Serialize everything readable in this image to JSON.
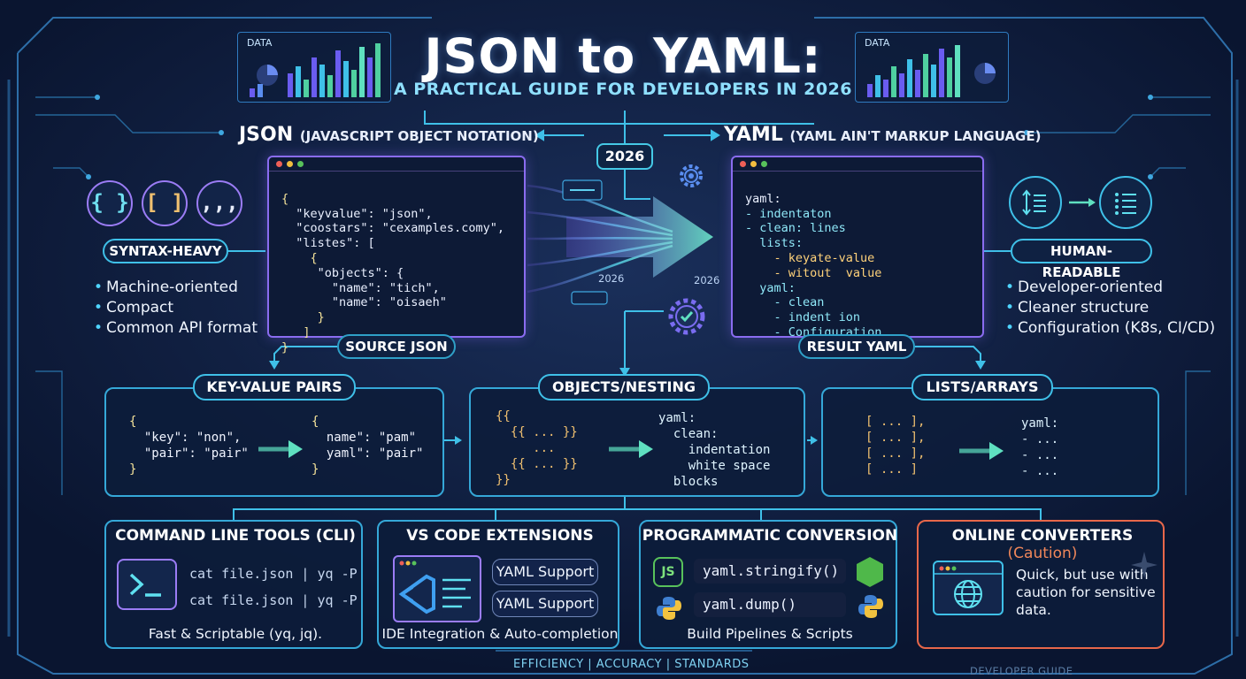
{
  "title": "JSON to YAML:",
  "subtitle": "A PRACTICAL GUIDE FOR DEVELOPERS IN 2026",
  "json_header": {
    "name": "JSON",
    "expansion": "(JAVASCRIPT OBJECT NOTATION)"
  },
  "yaml_header": {
    "name": "YAML",
    "expansion": "(YAML AIN'T MARKUP LANGUAGE)"
  },
  "year_badge": "2026",
  "mini_years": [
    "2026",
    "2026"
  ],
  "data_widgets": [
    "DATA",
    "DATA"
  ],
  "left": {
    "icons": [
      "{ }",
      "[ ]",
      ",,,"
    ],
    "pill": "SYNTAX-HEAVY",
    "bullets": [
      "Machine-oriented",
      "Compact",
      "Common API format"
    ]
  },
  "right": {
    "pill": "HUMAN-READABLE",
    "bullets": [
      "Developer-oriented",
      "Cleaner structure",
      "Configuration (K8s, CI/CD)"
    ]
  },
  "source_json": {
    "label": "SOURCE JSON",
    "lines": [
      "{",
      "  \"keyvalue\": \"json\",",
      "  \"coostars\": \"cexamples.comy\",",
      "  \"listes\": [",
      "    {",
      "     \"objects\": {",
      "       \"name\": \"tich\",",
      "       \"name\": \"oisaeh\"",
      "     }",
      "   ]",
      "}"
    ]
  },
  "result_yaml": {
    "label": "RESULT YAML",
    "lines": [
      "yaml:",
      "- indentaton",
      "- clean: lines",
      "  lists:",
      "    - keyate-value",
      "    - witout  value",
      "  yaml:",
      "    - clean",
      "    - indent ion",
      "    - Configuration"
    ]
  },
  "panels": {
    "kv": {
      "label": "KEY-VALUE PAIRS",
      "json_lines": [
        "{",
        "  \"key\": \"non\",",
        "  \"pair\": \"pair\"",
        "}"
      ],
      "yaml_lines": [
        "{",
        "  name\": \"pam\"",
        "  yaml\": \"pair\"",
        "}"
      ]
    },
    "nesting": {
      "label": "OBJECTS/NESTING",
      "json_lines": [
        "{{",
        "  {{ ... }}",
        "     ...",
        "  {{ ... }}",
        "}}"
      ],
      "yaml_lines": [
        "yaml:",
        "  clean:",
        "    indentation",
        "    white space",
        "  blocks"
      ]
    },
    "lists": {
      "label": "LISTS/ARRAYS",
      "json_lines": [
        "[ ... ],",
        "[ ... ],",
        "[ ... ],",
        "[ ... ]"
      ],
      "yaml_lines": [
        "yaml:",
        "- ...",
        "- ...",
        "- ..."
      ]
    }
  },
  "tools": {
    "cli": {
      "title": "COMMAND LINE TOOLS (CLI)",
      "commands": [
        "cat file.json | yq -P",
        "cat file.json | yq -P"
      ],
      "caption": "Fast & Scriptable (yq, jq)."
    },
    "vscode": {
      "title": "VS CODE EXTENSIONS",
      "items": [
        "YAML Support",
        "YAML Support"
      ],
      "caption": "IDE Integration & Auto-completion"
    },
    "programmatic": {
      "title": "PROGRAMMATIC CONVERSION",
      "calls": [
        "yaml.stringify()",
        "yaml.dump()"
      ],
      "caption": "Build Pipelines & Scripts",
      "js_badge": "JS"
    },
    "online": {
      "title": "ONLINE CONVERTERS",
      "caution": "(Caution)",
      "text": "Quick, but use with caution for sensitive data."
    }
  },
  "footer": "EFFICIENCY  |  ACCURACY  |  STANDARDS",
  "devguide": "DEVELOPER GUIDE",
  "colors": {
    "background": "#0b1730",
    "accent_cyan": "#3fc0e8",
    "accent_purple": "#8a6cf0",
    "caution": "#e8674a",
    "arrow": "#5fe0c0"
  },
  "icons": [
    "braces-icon",
    "brackets-icon",
    "commas-icon",
    "indent-icon",
    "list-icon",
    "gear-icon",
    "gear-check-icon",
    "terminal-icon",
    "vscode-icon",
    "js-icon",
    "node-icon",
    "python-icon",
    "globe-icon",
    "sparkle-icon"
  ]
}
